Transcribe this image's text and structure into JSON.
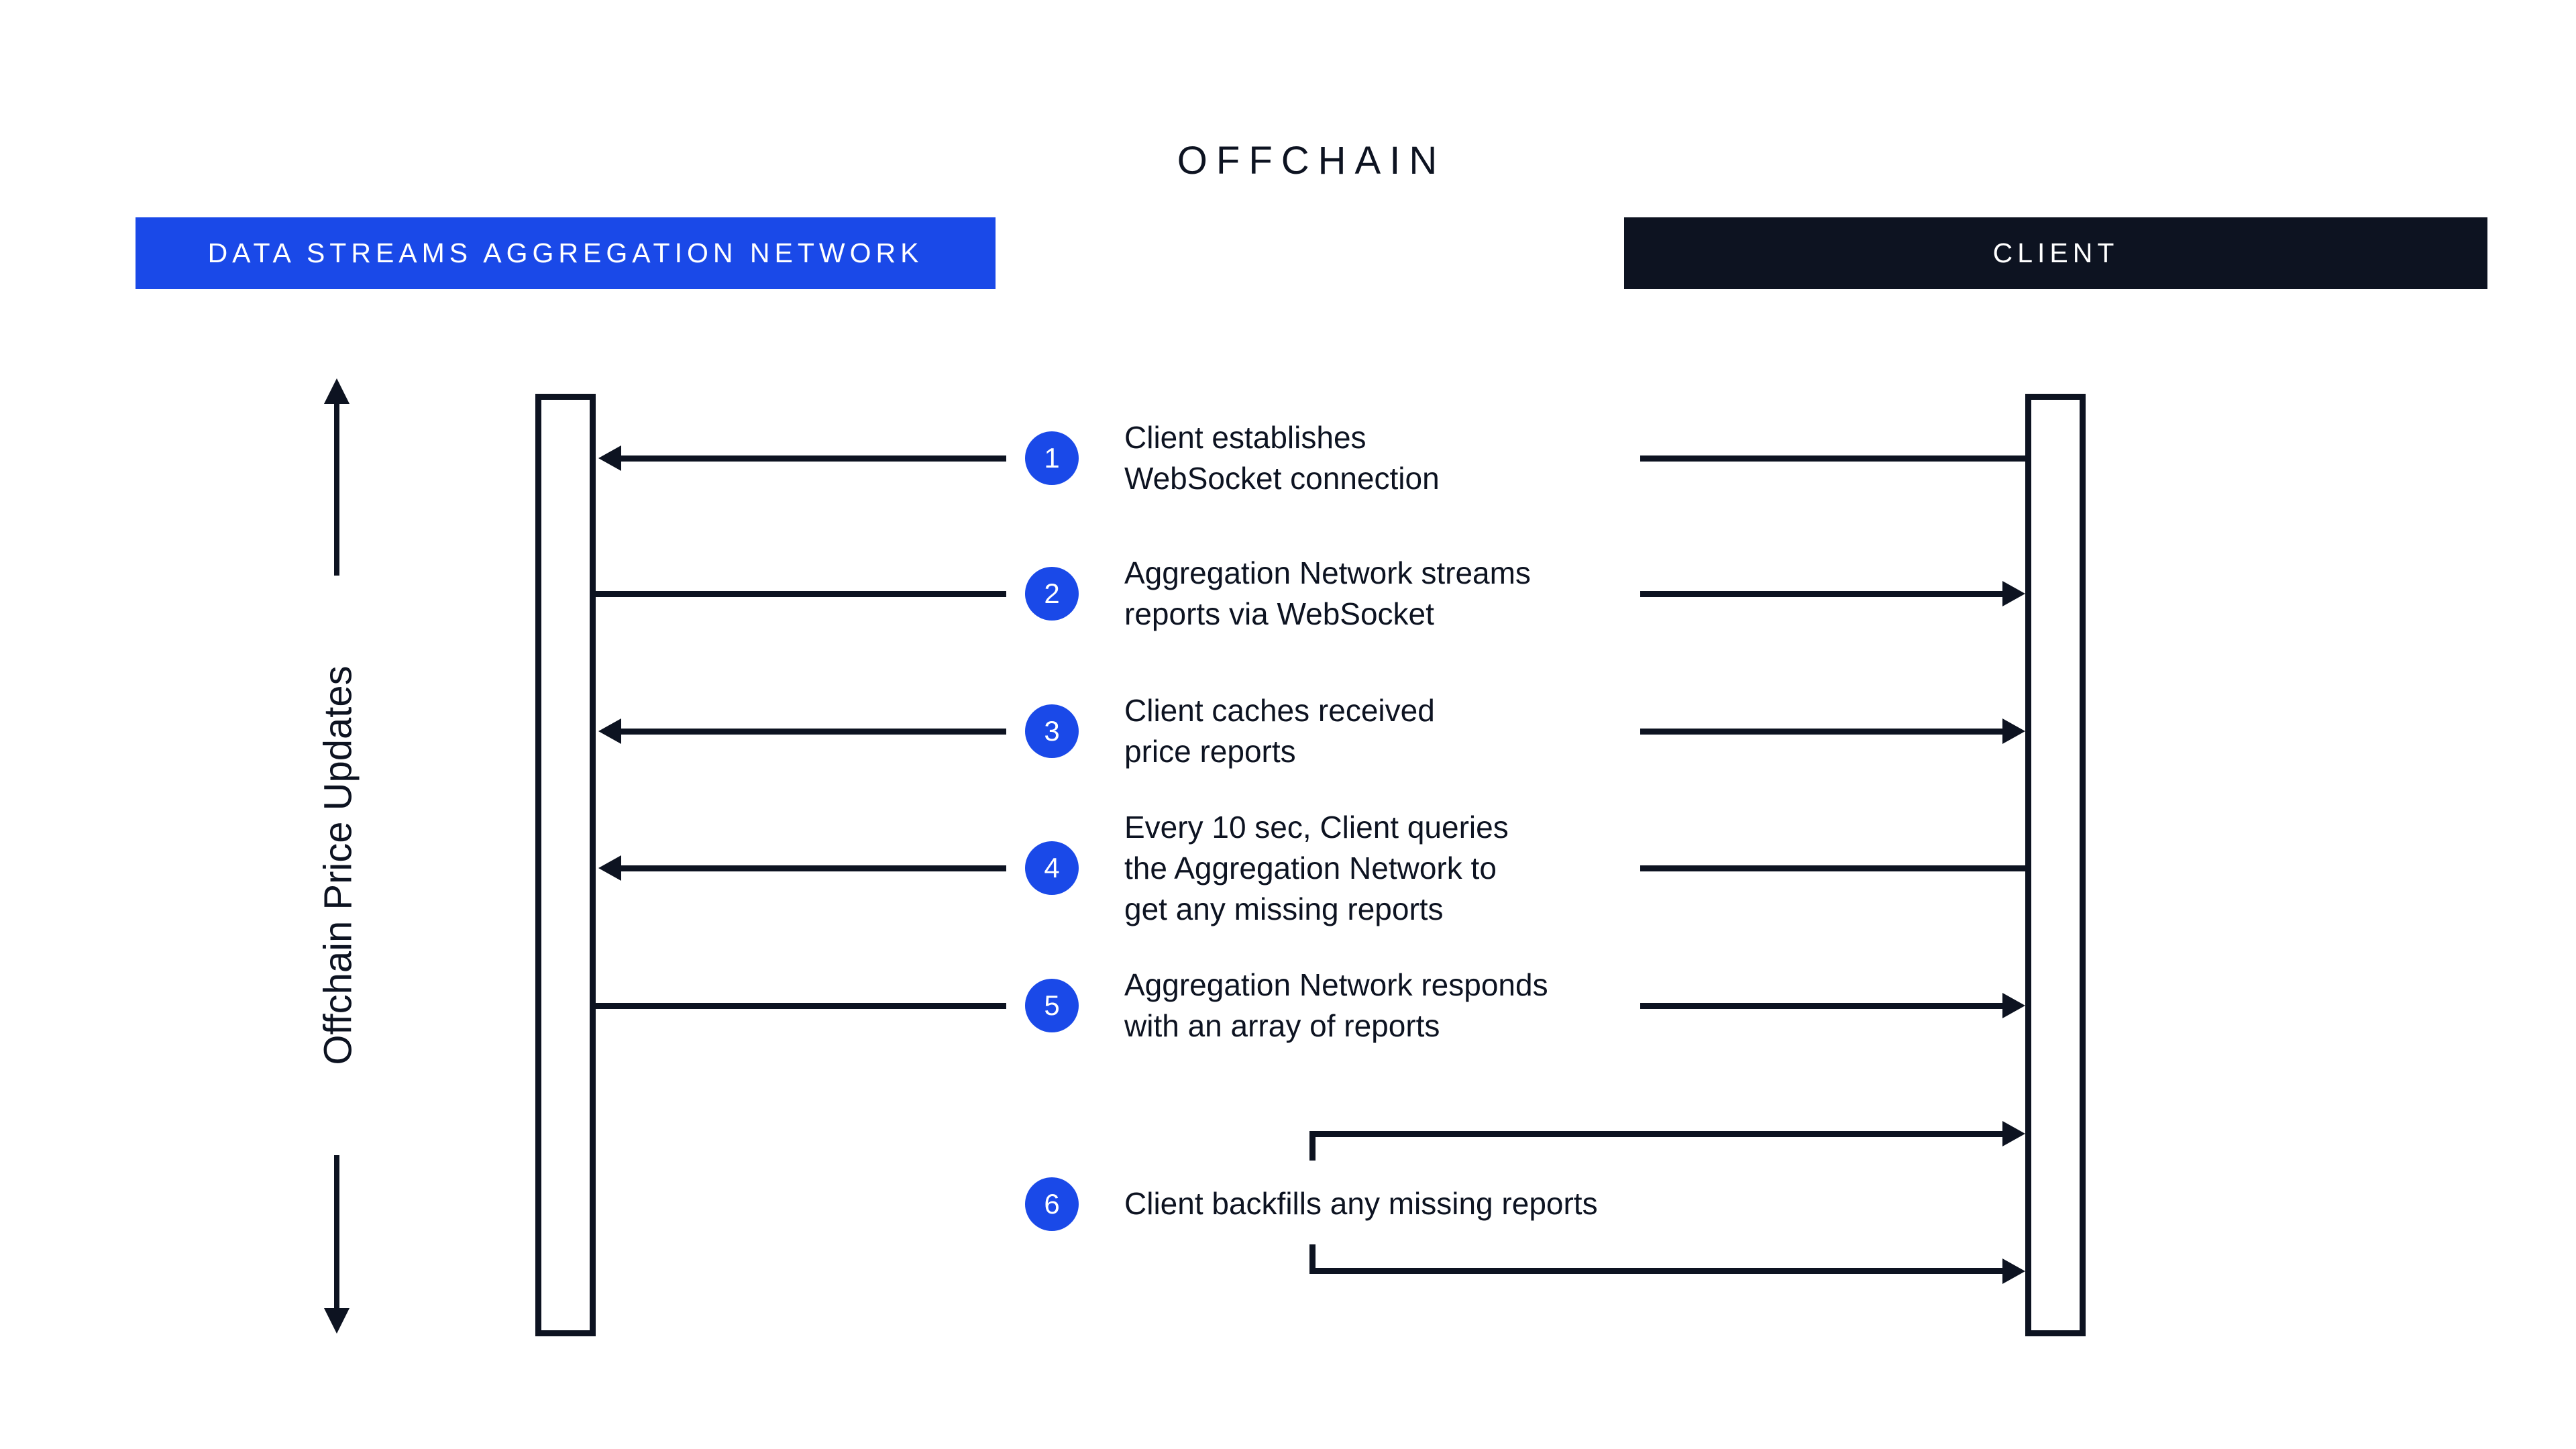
{
  "title": "OFFCHAIN",
  "colors": {
    "accent": "#1A49E8",
    "ink": "#0D1321",
    "background": "#FFFFFF"
  },
  "actors": {
    "aggregation": {
      "label": "DATA STREAMS AGGREGATION NETWORK"
    },
    "client": {
      "label": "CLIENT"
    }
  },
  "axis": {
    "label": "Offchain Price Updates"
  },
  "steps": [
    {
      "number": "1",
      "label": "Client establishes\nWebSocket connection",
      "direction": "client-to-aggregation"
    },
    {
      "number": "2",
      "label": "Aggregation Network streams\nreports via WebSocket",
      "direction": "aggregation-to-client"
    },
    {
      "number": "3",
      "label": "Client caches received\nprice reports",
      "direction": "both-lifelines"
    },
    {
      "number": "4",
      "label": "Every 10 sec, Client queries\nthe Aggregation Network to\nget any missing reports",
      "direction": "client-to-aggregation"
    },
    {
      "number": "5",
      "label": "Aggregation Network responds\nwith an array of reports",
      "direction": "aggregation-to-client"
    },
    {
      "number": "6",
      "label": "Client backfills any missing reports",
      "direction": "into-client"
    }
  ]
}
